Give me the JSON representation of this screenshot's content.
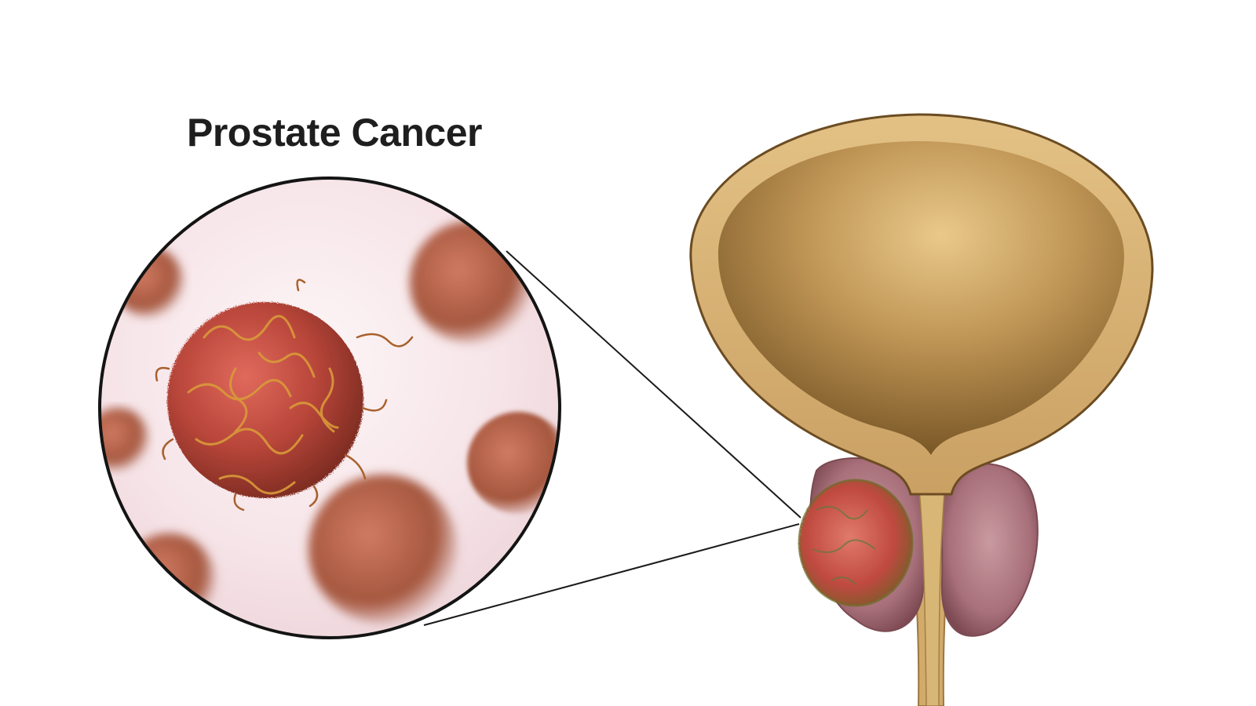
{
  "title": "Prostate Cancer",
  "colors": {
    "background": "#ffffff",
    "title_text": "#1e1e1e",
    "bladder_rim": "#d8b474",
    "bladder_inner": "#b3894a",
    "prostate_tissue": "#b07a82",
    "tumor": "#c9544a",
    "cell_body": "#b9463a",
    "cell_filament": "#d39a3a",
    "lens_background": "#f6e6ea",
    "callout_line": "#1a1a1a"
  },
  "illustration": {
    "magnified_view": "cancer-cells",
    "anatomy": "bladder-and-prostate-with-tumor"
  }
}
